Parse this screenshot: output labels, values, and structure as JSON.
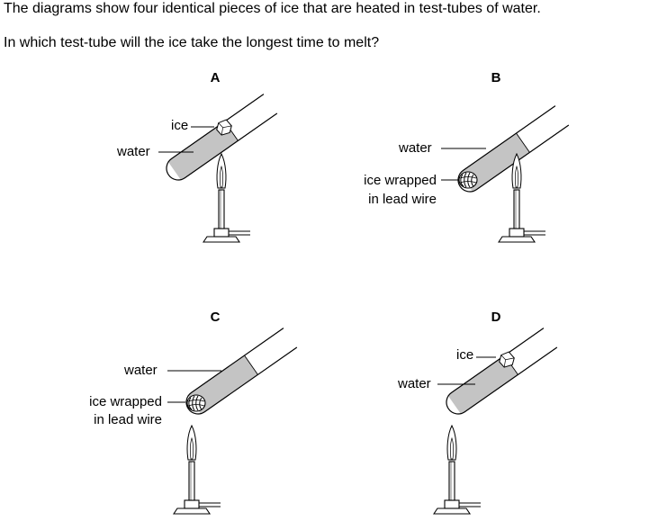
{
  "question": {
    "line1": "The diagrams show four identical pieces of ice that are heated in test-tubes of water.",
    "line2": "In which test-tube will the ice take the longest time to melt?"
  },
  "diagrams": {
    "A": {
      "letter": "A",
      "ice": "ice",
      "water": "water"
    },
    "B": {
      "letter": "B",
      "water": "water",
      "ice_line1": "ice wrapped",
      "ice_line2": "in lead wire"
    },
    "C": {
      "letter": "C",
      "water": "water",
      "ice_line1": "ice wrapped",
      "ice_line2": "in lead wire"
    },
    "D": {
      "letter": "D",
      "ice": "ice",
      "water": "water"
    }
  }
}
